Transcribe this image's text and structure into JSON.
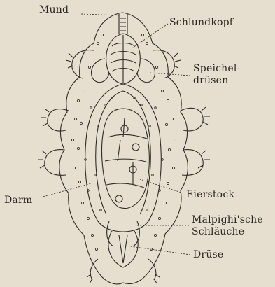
{
  "labels": {
    "mund": "Mund",
    "schlundkopf": "Schlundkopf",
    "speicheldruesen_1": "Speichel-",
    "speicheldruesen_2": "drüsen",
    "darm": "Darm",
    "eierstock": "Eierstock",
    "malpighi_1": "Malpighi'sche",
    "malpighi_2": "Schläuche",
    "druese": "Drüse"
  },
  "colors": {
    "background": "#e6dfcf",
    "ink": "#2a2622"
  }
}
